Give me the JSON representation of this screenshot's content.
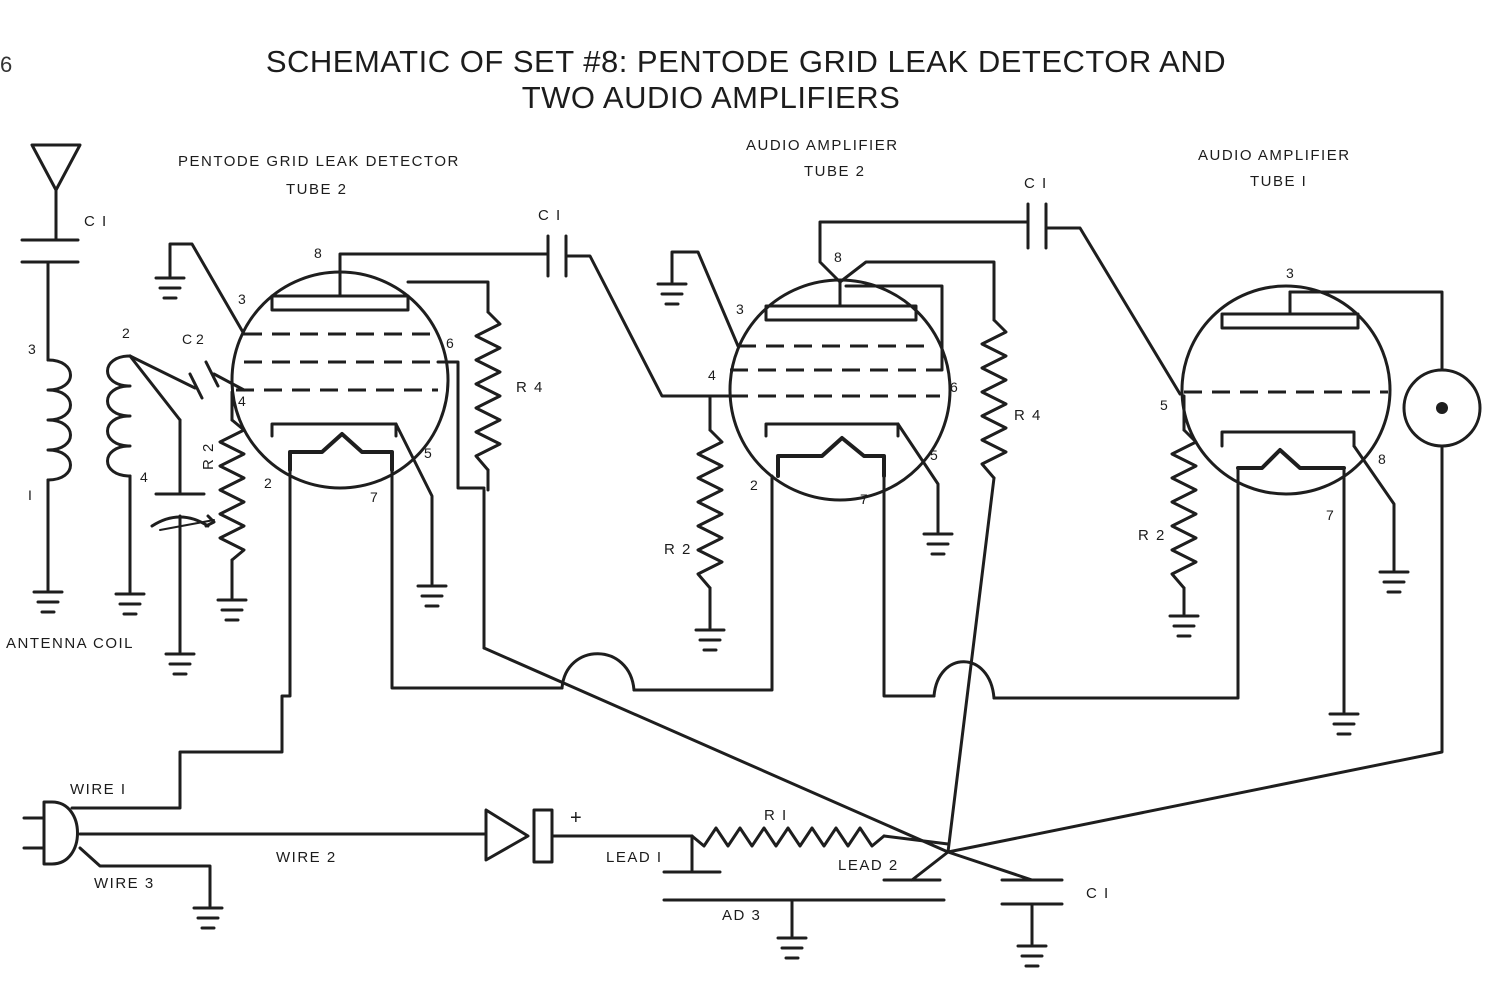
{
  "title_line_1": "SCHEMATIC OF SET #8: PENTODE GRID LEAK DETECTOR AND",
  "title_line_2": "TWO AUDIO AMPLIFIERS",
  "page_number": "6",
  "stage1": {
    "heading": "PENTODE GRID LEAK DETECTOR",
    "tube": "TUBE 2"
  },
  "stage2": {
    "heading": "AUDIO AMPLIFIER",
    "tube": "TUBE 2"
  },
  "stage3": {
    "heading": "AUDIO AMPLIFIER",
    "tube": "TUBE I"
  },
  "components": {
    "c1": "C I",
    "c2": "C 2",
    "r1": "R I",
    "r2": "R 2",
    "r4": "R 4",
    "antenna_coil": "ANTENNA COIL"
  },
  "wires": {
    "wire1": "WIRE I",
    "wire2": "WIRE 2",
    "wire3": "WIRE 3",
    "lead1": "LEAD I",
    "lead2": "LEAD 2",
    "lead3": "AD 3",
    "plus": "+"
  },
  "pins": {
    "p1": "I",
    "p2": "2",
    "p3": "3",
    "p4": "4",
    "p5": "5",
    "p6": "6",
    "p7": "7",
    "p8": "8"
  },
  "icons": [
    "antenna-icon",
    "ground-icon",
    "speaker-icon",
    "diode-icon",
    "power-plug-icon"
  ]
}
